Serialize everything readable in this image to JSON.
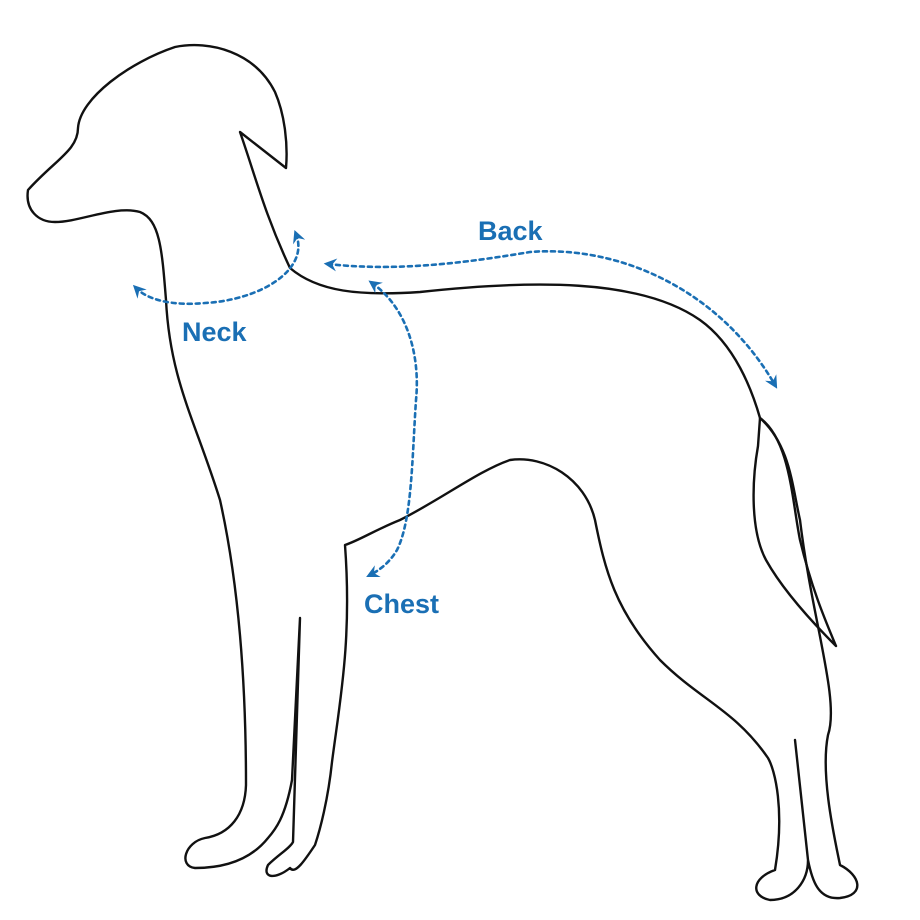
{
  "colors": {
    "measure": "#1a6fb4",
    "outline": "#111111",
    "background": "#ffffff"
  },
  "labels": {
    "back": "Back",
    "neck": "Neck",
    "chest": "Chest"
  }
}
